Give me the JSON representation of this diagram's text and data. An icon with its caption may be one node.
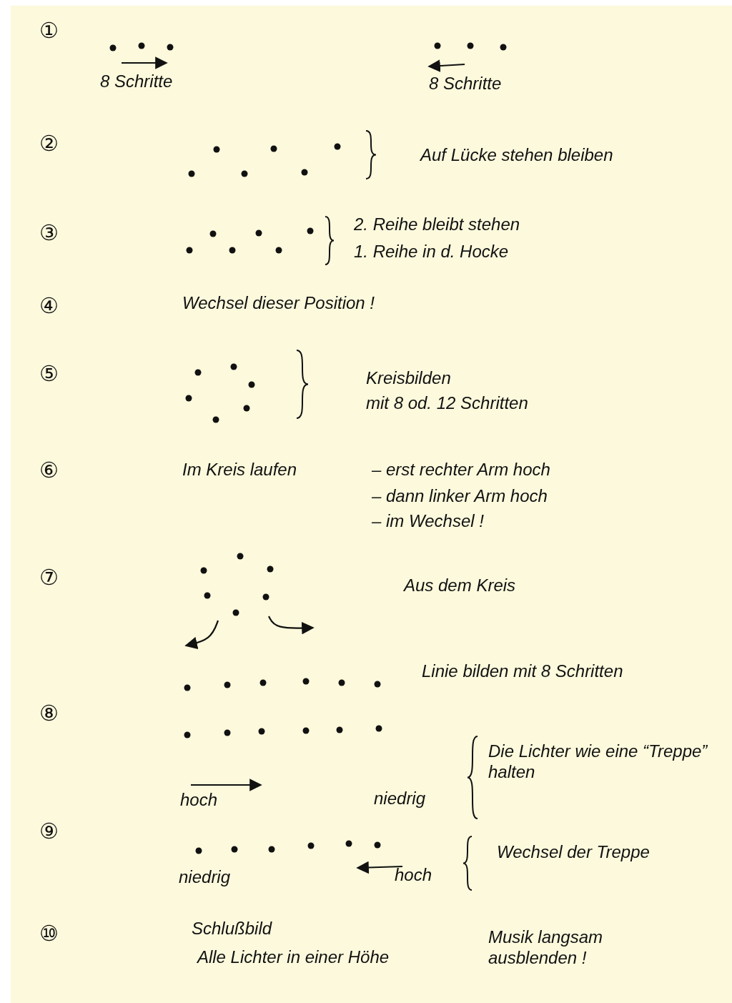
{
  "diagram": {
    "labels": [
      "①",
      "8 Schritte",
      "8 Schritte",
      "②",
      "Auf Lücke stehen bleiben",
      "③",
      "2. Reihe bleibt stehen",
      "1. Reihe in d. Hocke",
      "④",
      "Wechsel dieser Position !",
      "⑤",
      "Kreisbilden",
      "mit 8 od. 12 Schritten",
      "⑥",
      "Im Kreis laufen",
      "– erst rechter Arm hoch",
      "– dann linker Arm hoch",
      "– im Wechsel !",
      "⑦",
      "Aus dem Kreis",
      "Linie bilden mit 8 Schritten",
      "⑧",
      "Die Lichter wie eine “Treppe” halten",
      "hoch",
      "niedrig",
      "⑨",
      "Wechsel der Treppe",
      "niedrig",
      "hoch",
      "⑩",
      "Schlußbild",
      "Alle Lichter in einer Höhe",
      "Musik langsam ausblenden !"
    ]
  }
}
